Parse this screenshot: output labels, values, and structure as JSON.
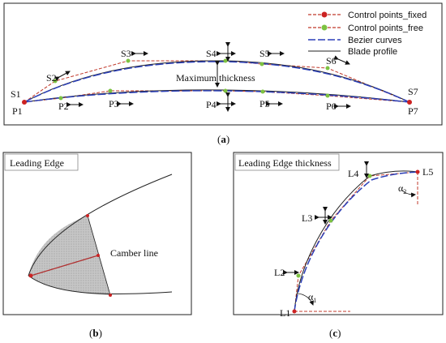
{
  "legend": {
    "fixed": "Control points_fixed",
    "free": "Control points_free",
    "bezier": "Bezier curves",
    "profile": "Blade profile"
  },
  "panel_a": {
    "upper_points": [
      "S1",
      "S2",
      "S3",
      "S4",
      "S5",
      "S6",
      "S7"
    ],
    "lower_points": [
      "P1",
      "P2",
      "P3",
      "P4",
      "P5",
      "P6",
      "P7"
    ],
    "thickness_label": "Maximum thickness",
    "caption_open": "(",
    "caption_letter": "a",
    "caption_close": ")"
  },
  "panel_b": {
    "title": "Leading Edge",
    "camber_label": "Camber line",
    "caption_open": "(",
    "caption_letter": "b",
    "caption_close": ")"
  },
  "panel_c": {
    "title": "Leading Edge thickness",
    "points": [
      "L1",
      "L2",
      "L3",
      "L4",
      "L5"
    ],
    "alpha1_base": "α",
    "alpha1_sub": "1",
    "alpha2_base": "α",
    "alpha2_sub": "2",
    "caption_open": "(",
    "caption_letter": "c",
    "caption_close": ")"
  },
  "colors": {
    "fixed_point": "#cc2222",
    "free_point": "#7dc241",
    "control_line": "#c0392b",
    "bezier": "#2b3fb8",
    "profile": "#222222",
    "hatch": "#bdbdbd"
  }
}
